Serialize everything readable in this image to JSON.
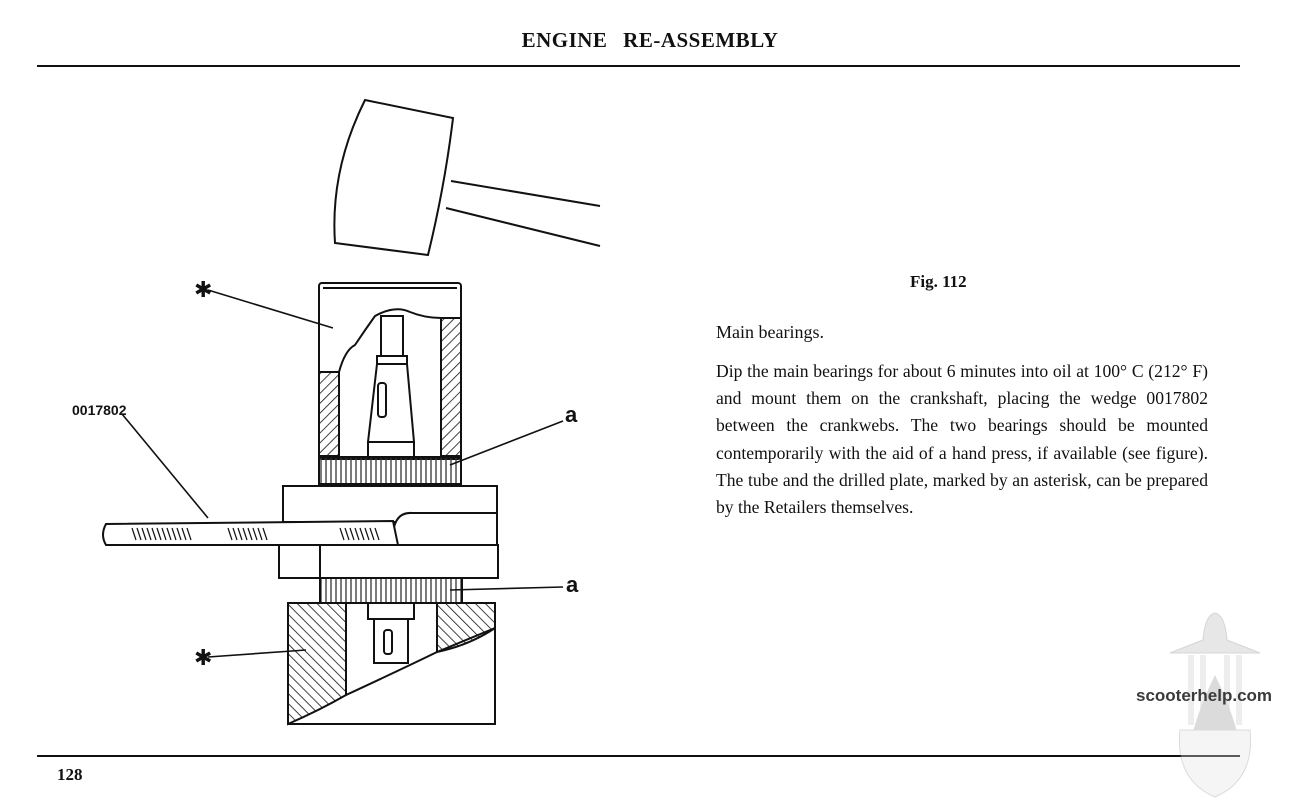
{
  "header": {
    "title": "ENGINE   RE-ASSEMBLY"
  },
  "figure": {
    "caption": "Fig. 112",
    "labels": {
      "wedge_part_number": "0017802",
      "bearing_label_top": "a",
      "bearing_label_bottom": "a",
      "asterisk_top": "✱",
      "asterisk_bottom": "✱"
    }
  },
  "content": {
    "section_heading": "Main  bearings.",
    "paragraph": "Dip the main bearings for about 6 minutes into oil at 100° C (212° F) and mount them on the crankshaft, placing the wedge 0017802 between the crankwebs. The two bearings should be mounted contemporarily with the aid of a hand press, if available (see figure). The tube and the drilled plate, marked by an asterisk, can be prepared by the Retailers themselves."
  },
  "footer": {
    "page_number": "128"
  },
  "watermark": {
    "text": "scooterhelp.com"
  }
}
